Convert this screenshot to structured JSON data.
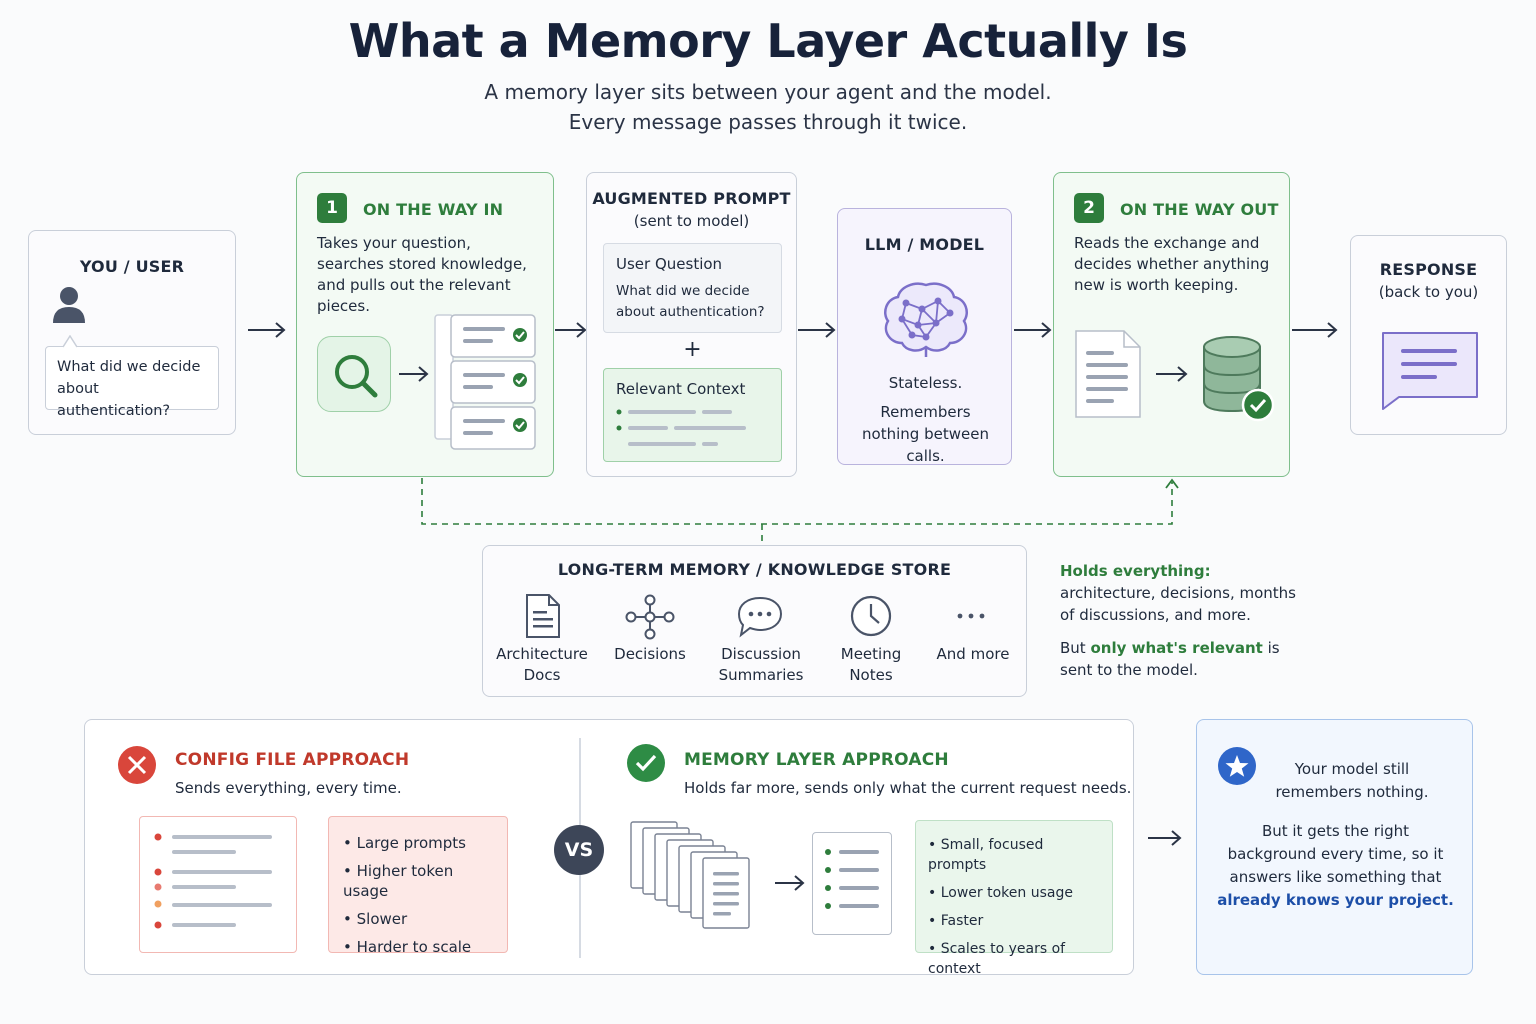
{
  "title": "What a Memory Layer Actually Is",
  "subtitle_line1": "A memory layer sits between your agent and the model.",
  "subtitle_line2": "Every message passes through it twice.",
  "user": {
    "heading": "YOU / USER",
    "question": "What did we decide about authentication?"
  },
  "way_in": {
    "number": "1",
    "heading": "ON THE WAY IN",
    "text": "Takes your question, searches stored knowledge, and pulls out the relevant pieces."
  },
  "augmented": {
    "heading": "AUGMENTED PROMPT",
    "sub": "(sent to model)",
    "question_label": "User Question",
    "question_text": "What did we decide about authentication?",
    "plus": "+",
    "context_label": "Relevant Context"
  },
  "llm": {
    "heading": "LLM / MODEL",
    "line1": "Stateless.",
    "line2": "Remembers nothing between calls."
  },
  "way_out": {
    "number": "2",
    "heading": "ON THE WAY OUT",
    "text": "Reads the exchange and decides whether anything new is worth keeping."
  },
  "response": {
    "heading": "RESPONSE",
    "sub": "(back to you)"
  },
  "store": {
    "heading": "LONG-TERM MEMORY / KNOWLEDGE STORE",
    "items": [
      {
        "label": "Architecture Docs",
        "icon": "document-icon"
      },
      {
        "label": "Decisions",
        "icon": "network-icon"
      },
      {
        "label": "Discussion Summaries",
        "icon": "chat-icon"
      },
      {
        "label": "Meeting Notes",
        "icon": "clock-icon"
      },
      {
        "label": "And more",
        "icon": "ellipsis-icon"
      }
    ]
  },
  "store_note": {
    "heading": "Holds everything:",
    "text": "architecture, decisions, months of discussions, and more.",
    "but_prefix": "But",
    "but_strong": "only what's relevant",
    "but_suffix": "is sent to the model."
  },
  "config": {
    "title": "CONFIG FILE APPROACH",
    "sub": "Sends everything, every time.",
    "bullets": [
      "Large prompts",
      "Higher token usage",
      "Slower",
      "Harder to scale"
    ]
  },
  "vs": "VS",
  "memory": {
    "title": "MEMORY LAYER APPROACH",
    "sub": "Holds far more, sends only what the current request needs.",
    "bullets": [
      "Small, focused prompts",
      "Lower token usage",
      "Faster",
      "Scales to years of context"
    ]
  },
  "final": {
    "line1": "Your model still remembers nothing.",
    "line2_plain": "But it gets the right background every time, so it answers like something that",
    "line2_strong": "already knows your project."
  },
  "colors": {
    "green": "#2e7d3c",
    "red": "#c0392b",
    "blue": "#1d4fa8",
    "purple": "#7b6fc9"
  }
}
